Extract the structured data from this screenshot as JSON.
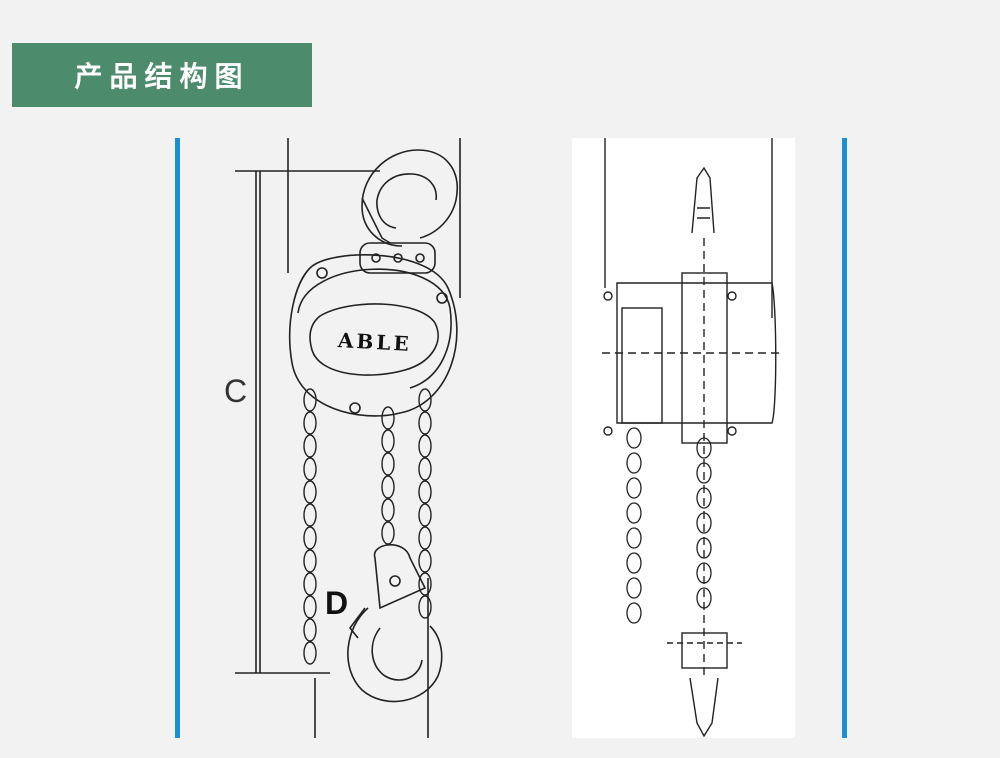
{
  "header": {
    "title": "产品结构图"
  },
  "product": {
    "brand_label": "ABLE"
  },
  "dimensions": {
    "c_label": "C",
    "d_label": "D"
  },
  "colors": {
    "accent_blue": "#1a8fd1",
    "banner_green": "#4c8b6c",
    "background": "#f2f2f2"
  }
}
